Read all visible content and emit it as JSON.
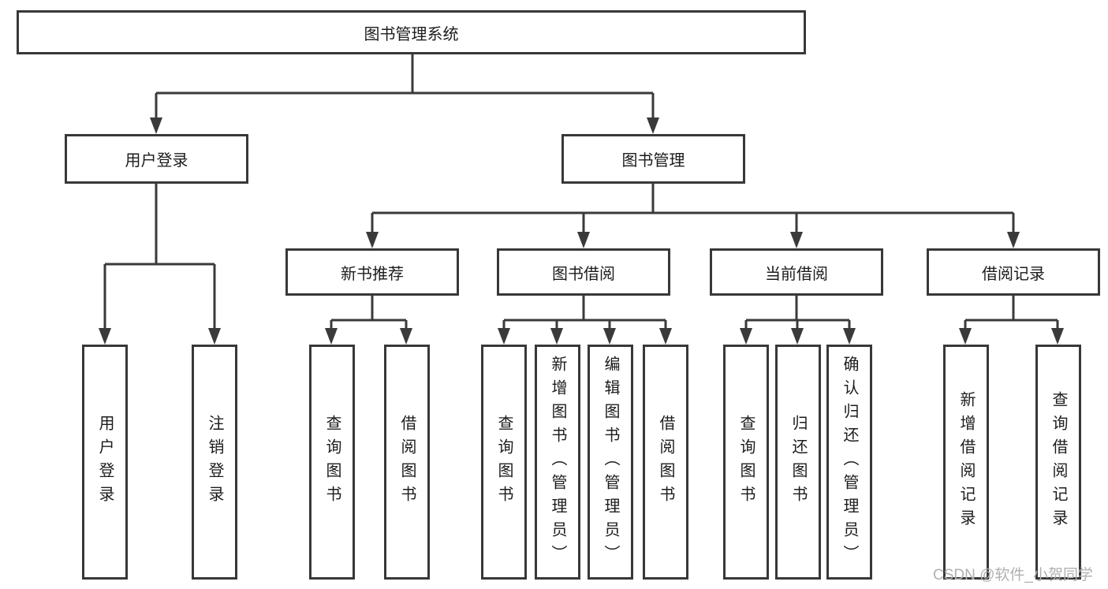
{
  "tree": {
    "label": "图书管理系统",
    "children": [
      {
        "label": "用户登录",
        "children": [
          {
            "label": "用户登录"
          },
          {
            "label": "注销登录"
          }
        ]
      },
      {
        "label": "图书管理",
        "children": [
          {
            "label": "新书推荐",
            "children": [
              {
                "label": "查询图书"
              },
              {
                "label": "借阅图书"
              }
            ]
          },
          {
            "label": "图书借阅",
            "children": [
              {
                "label": "查询图书"
              },
              {
                "label": "新增图书（管理员）"
              },
              {
                "label": "编辑图书（管理员）"
              },
              {
                "label": "借阅图书"
              }
            ]
          },
          {
            "label": "当前借阅",
            "children": [
              {
                "label": "查询图书"
              },
              {
                "label": "归还图书"
              },
              {
                "label": "确认归还（管理员）"
              }
            ]
          },
          {
            "label": "借阅记录",
            "children": [
              {
                "label": "新增借阅记录"
              },
              {
                "label": "查询借阅记录"
              }
            ]
          }
        ]
      }
    ]
  },
  "watermark": {
    "text": "CSDN @软件_小贺同学"
  },
  "colors": {
    "line": "#3a3a3a",
    "box_border": "#383838",
    "text": "#1c1c1c",
    "watermark": "#b0b0b0",
    "background": "#ffffff"
  }
}
